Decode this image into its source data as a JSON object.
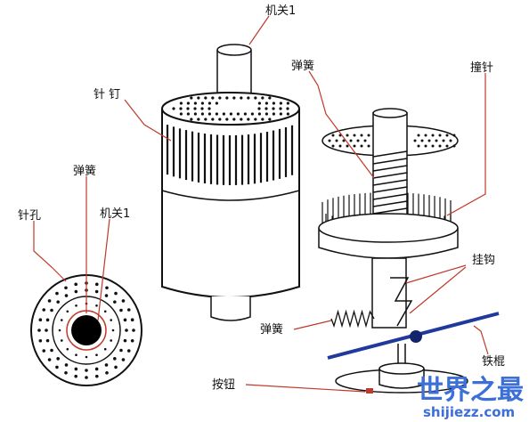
{
  "labels": {
    "switch_top": "机关1",
    "spring_top": "弹簧",
    "striker": "撞针",
    "needle": "针 钉",
    "spring_left": "弹簧",
    "pinhole": "针孔",
    "switch_left": "机关1",
    "hook": "挂钩",
    "spring_bottom": "弹簧",
    "iron_rod": "铁棍",
    "button": "按钮"
  },
  "watermark": {
    "cn": "世界之最",
    "en": "shijiezz.com"
  },
  "colors": {
    "leader_line": "#c0392b",
    "rod": "#1f3a9c",
    "outline": "#111111",
    "watermark": "#3d6fd8"
  }
}
